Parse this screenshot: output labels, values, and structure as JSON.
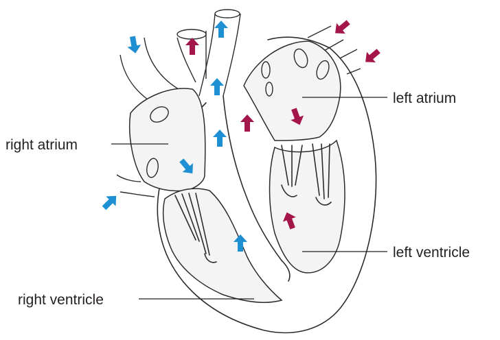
{
  "labels": {
    "right_atrium": "right atrium",
    "left_atrium": "left atrium",
    "left_ventricle": "left ventricle",
    "right_ventricle": "right ventricle"
  },
  "colors": {
    "deoxygenated_arrow": "#1d8fd2",
    "oxygenated_arrow": "#a4154a",
    "outline": "#2b2b2b",
    "chamber_fill": "#f4f4f4"
  },
  "icons": {
    "blue_arrow": "blood-flow-arrow-blue",
    "red_arrow": "blood-flow-arrow-red"
  }
}
